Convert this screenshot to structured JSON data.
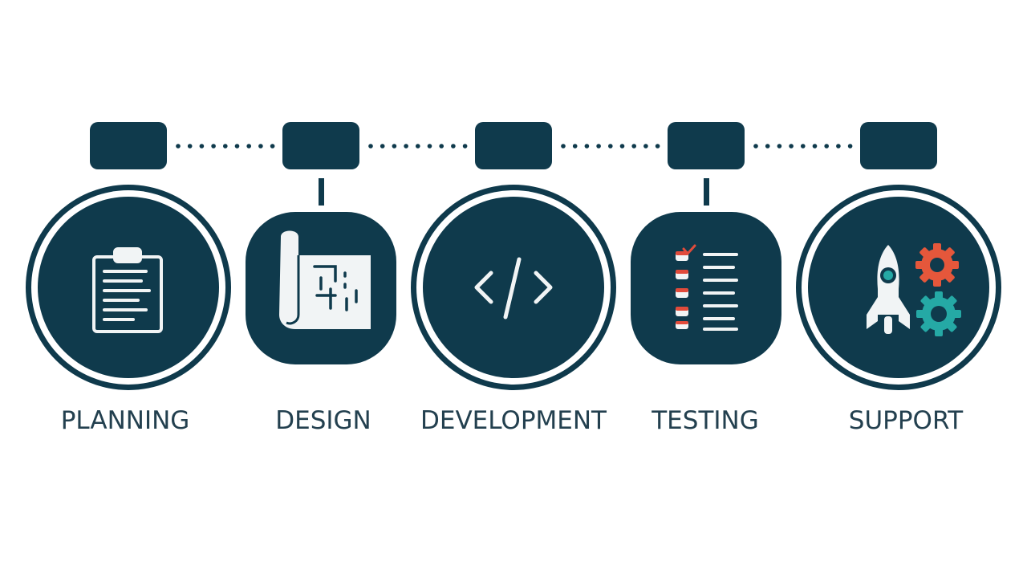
{
  "colors": {
    "navy": "#0f3a4c",
    "label": "#23404f",
    "ring": "#ffffff",
    "icon": "#f1f4f5",
    "accent_red": "#e14b3b",
    "accent_orange": "#e5573b",
    "accent_teal": "#25a9a5"
  },
  "stages": [
    {
      "label": "PLANNING",
      "icon": "clipboard-icon"
    },
    {
      "label": "DESIGN",
      "icon": "blueprint-icon"
    },
    {
      "label": "DEVELOPMENT",
      "icon": "code-icon"
    },
    {
      "label": "TESTING",
      "icon": "checklist-icon"
    },
    {
      "label": "SUPPORT",
      "icon": "rocket-gears-icon"
    }
  ]
}
